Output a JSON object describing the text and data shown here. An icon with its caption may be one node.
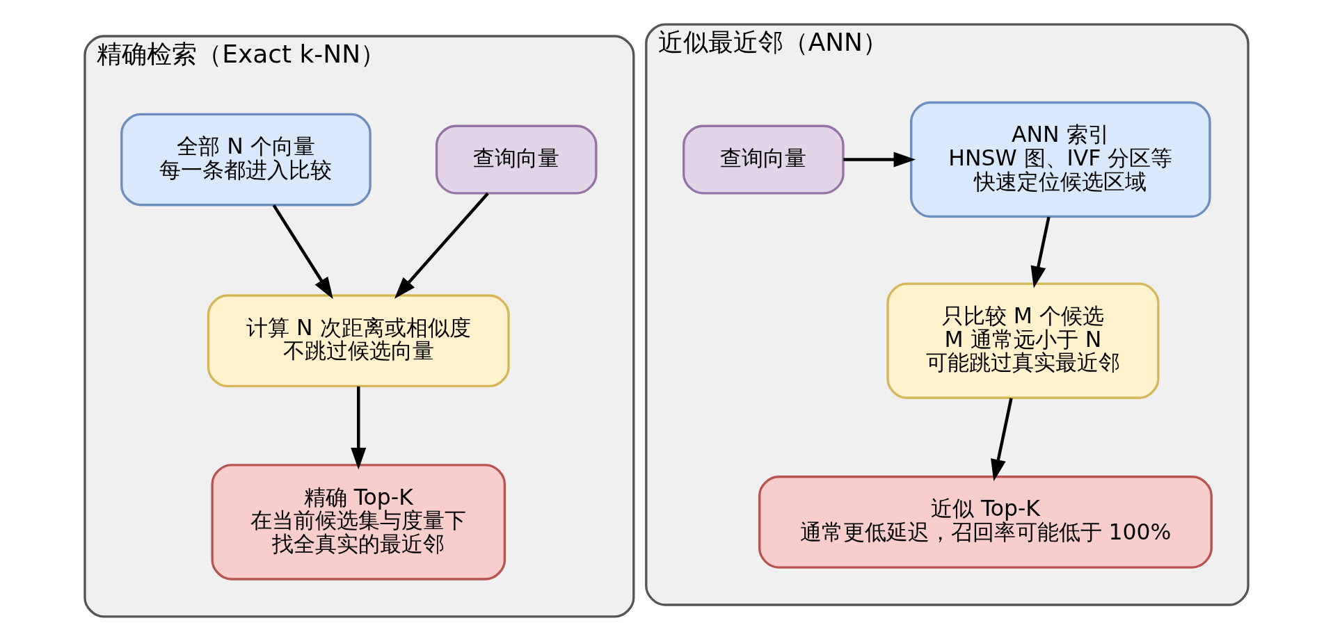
{
  "diagram": {
    "nodes": [
      {
        "text": [
          "精确检索（Exact k-NN）"
        ]
      },
      {
        "text": [
          "查询向量"
        ],
        "in": 0
      },
      {
        "text": [
          "全部 N 个向量",
          "每一条都进入比较"
        ],
        "in": 0
      },
      {
        "text": [
          "计算 N 次距离或相似度",
          "不跳过候选向量"
        ],
        "in": 0
      },
      {
        "text": [
          "精确 Top-K",
          "在当前候选集与度量下",
          "找全真实的最近邻"
        ],
        "in": 0
      },
      {
        "text": [
          "近似最近邻（ANN）"
        ]
      },
      {
        "text": [
          "查询向量"
        ],
        "in": 5
      },
      {
        "text": [
          "ANN 索引",
          "HNSW 图、IVF 分区等",
          "快速定位候选区域"
        ],
        "in": 5
      },
      {
        "text": [
          "只比较 M 个候选",
          "M 通常远小于 N",
          "可能跳过真实最近邻"
        ],
        "in": 5
      },
      {
        "text": [
          "近似 Top-K",
          "通常更低延迟，召回率可能低于 100%"
        ],
        "in": 5
      }
    ],
    "edges": [
      {
        "from": 1,
        "to": 3,
        "arrow": "to"
      },
      {
        "from": 2,
        "to": 3,
        "arrow": "to"
      },
      {
        "from": 3,
        "to": 4,
        "arrow": "to"
      },
      {
        "from": 6,
        "to": 7,
        "arrow": "to"
      },
      {
        "from": 7,
        "to": 8,
        "arrow": "to"
      },
      {
        "from": 8,
        "to": 9,
        "arrow": "to"
      }
    ]
  }
}
